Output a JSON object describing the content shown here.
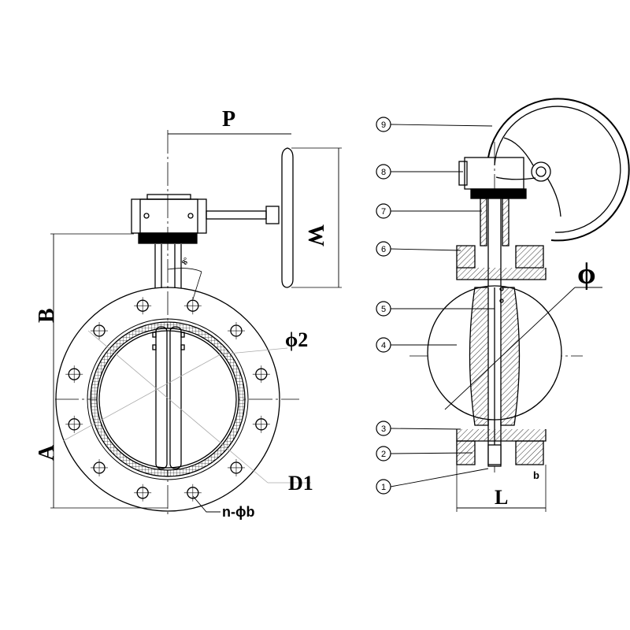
{
  "title": "Flanged butterfly valve with worm gear operator",
  "dimensions": {
    "P": "P",
    "W": "W",
    "B": "B",
    "A": "A",
    "phi2": "ϕ2",
    "D1": "D1",
    "n_phib": "n-ϕb",
    "phi": "ϕ",
    "L": "L",
    "b": "b"
  },
  "angle_note": "8°",
  "balloons": [
    "1",
    "2",
    "3",
    "4",
    "5",
    "6",
    "7",
    "8",
    "9"
  ],
  "colors": {
    "line": "#000000",
    "hatch": "#555555",
    "center": "#888888"
  }
}
